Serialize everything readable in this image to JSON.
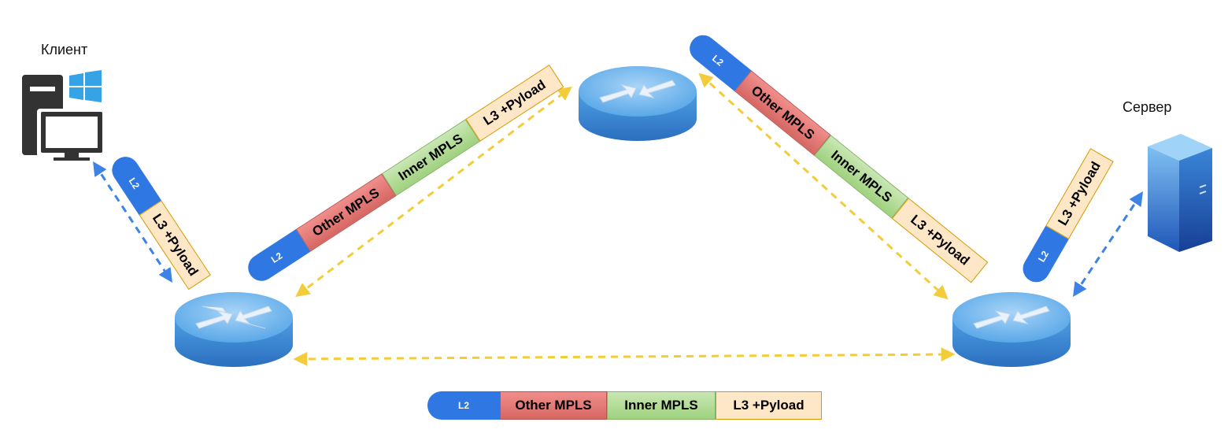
{
  "labels": {
    "client": "Клиент",
    "server": "Сервер"
  },
  "packet": {
    "l2": "L2",
    "other_mpls": "Other MPLS",
    "inner_mpls": "Inner MPLS",
    "l3_payload": "L3 +Pyload"
  },
  "icons": [
    "desktop-computer-icon",
    "windows-logo-icon",
    "router-icon",
    "server-icon"
  ],
  "colors": {
    "l2": "#2f77e3",
    "other_mpls": "#e07a76",
    "inner_mpls": "#b5dd99",
    "l3_payload": "#fde7c7",
    "access_link": "#3d82e6",
    "core_link": "#f2cc3b"
  }
}
